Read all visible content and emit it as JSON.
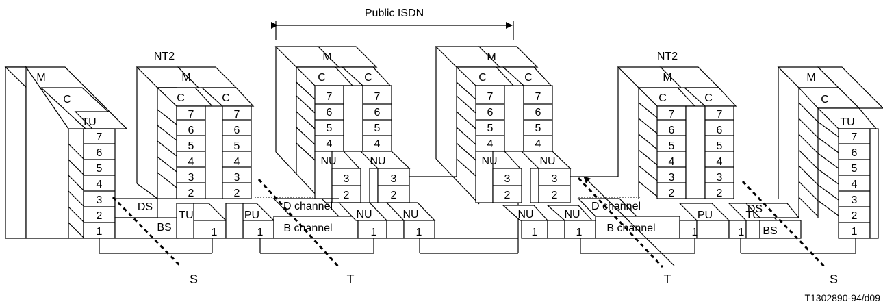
{
  "title": "Public ISDN",
  "node_labels": {
    "left": "NT2",
    "right": "NT2"
  },
  "layers": {
    "M": "M",
    "C": "C",
    "TU": "TU",
    "NU": "NU",
    "PU": "PU",
    "DS": "DS",
    "BS": "BS",
    "d_channel": "D channel",
    "b_channel": "B channel",
    "l1": "1",
    "l2": "2",
    "l3": "3",
    "l4": "4",
    "l5": "5",
    "l6": "6",
    "l7": "7"
  },
  "reference_points": {
    "s_left": "S",
    "t_left": "T",
    "t_right": "T",
    "s_right": "S"
  },
  "figure_id": "T1302890-94/d09"
}
